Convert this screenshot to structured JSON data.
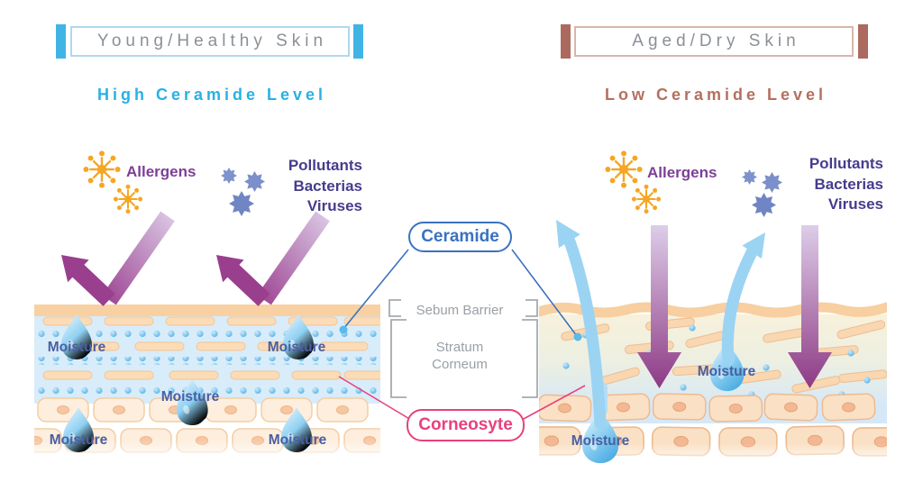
{
  "left": {
    "title": "Young/Healthy Skin",
    "ceramide_level": "High Ceramide Level",
    "allergens_label": "Allergens",
    "pollutants_labels": [
      "Pollutants",
      "Bacterias",
      "Viruses"
    ],
    "moisture_label": "Moisture",
    "accent_bar_color": "#41b4e6",
    "level_color": "#29b1e4"
  },
  "right": {
    "title": "Aged/Dry Skin",
    "ceramide_level": "Low Ceramide Level",
    "allergens_label": "Allergens",
    "pollutants_labels": [
      "Pollutants",
      "Bacterias",
      "Viruses"
    ],
    "moisture_label": "Moisture",
    "accent_bar_color": "#ac6a5e",
    "level_color": "#b4705f"
  },
  "center": {
    "ceramide": "Ceramide",
    "sebum_barrier": "Sebum Barrier",
    "stratum_corneum": [
      "Stratum",
      "Corneum"
    ],
    "corneocyte": "Corneosyte",
    "ceramide_color": "#3a72c0",
    "corneocyte_color": "#e8417e"
  },
  "icons": {
    "allergen": "pollen-burst-icon",
    "microbe": "microbe-star-icon",
    "moisture": "water-drop-icon",
    "blocked_threat": "deflected-arrow",
    "penetrating_threat": "down-arrow",
    "moisture_loss": "up-arrow"
  },
  "palette": {
    "threat_arrow": "#9a3f8e",
    "moisture_arrow": "#9bd3f3",
    "allergen_orange": "#f5a623",
    "microbe_blue": "#7b8fca",
    "moisture_text": "#4a5fa2",
    "skin_band": "#f8d0a2",
    "hydrated_layer": "#d9ecfa"
  }
}
